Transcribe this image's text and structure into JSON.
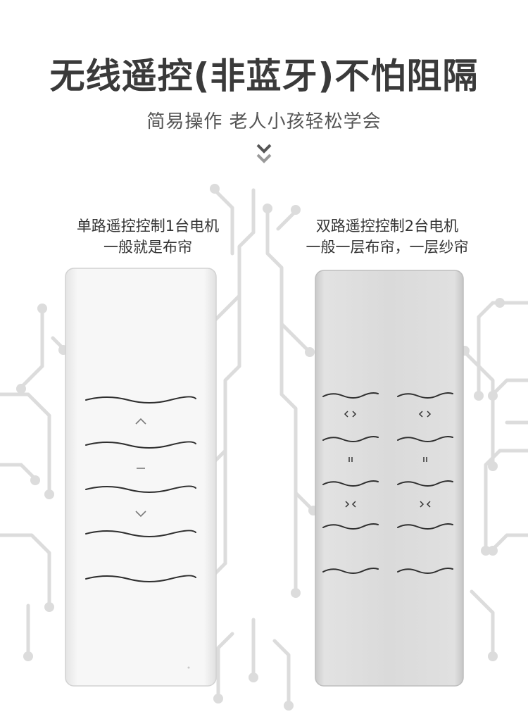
{
  "header": {
    "title": "无线遥控(非蓝牙)不怕阻隔",
    "subtitle": "简易操作 老人小孩轻松学会"
  },
  "single_remote": {
    "caption_line1": "单路遥控控制1台电机",
    "caption_line2": "一般就是布帘",
    "buttons": [
      "up",
      "stop",
      "down"
    ]
  },
  "dual_remote": {
    "caption_line1": "双路遥控控制2台电机",
    "caption_line2": "一般一层布帘，一层纱帘",
    "buttons": [
      "open",
      "pause",
      "close"
    ]
  },
  "colors": {
    "title": "#3a3a3a",
    "circuit": "#d9d9d9",
    "remote_white": "#f7f7f7",
    "remote_silver": "#dcdcdc"
  }
}
